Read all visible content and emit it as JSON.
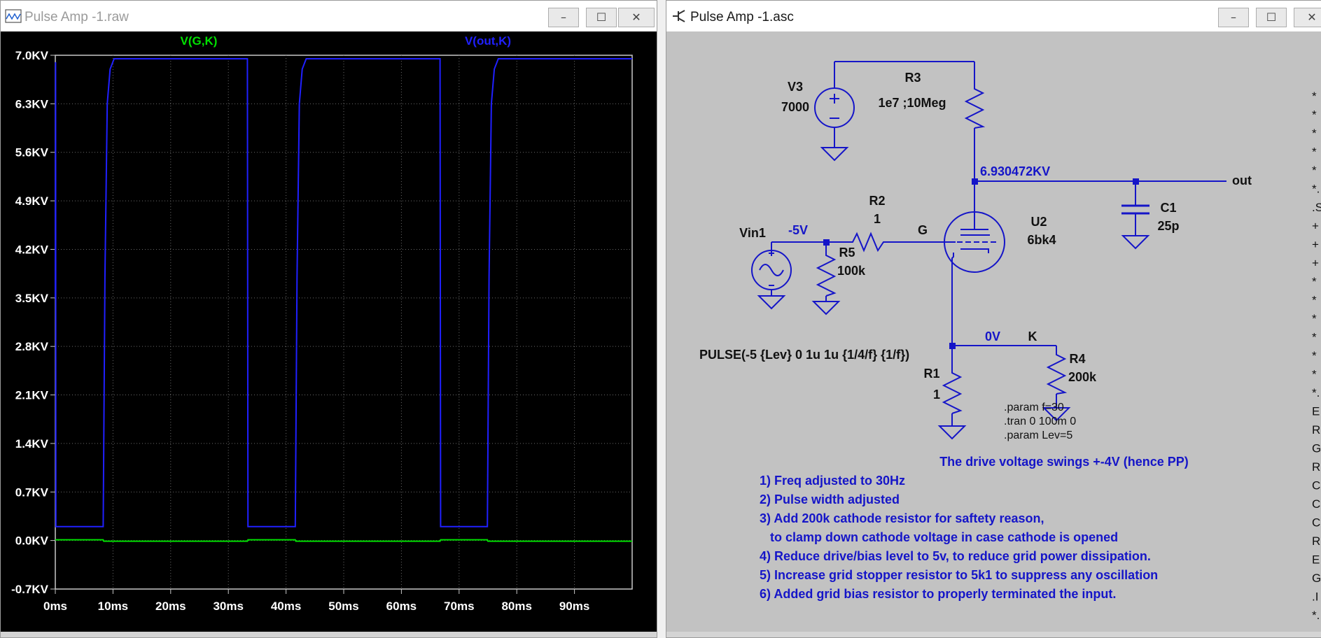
{
  "waveform_window": {
    "title": "Pulse Amp -1.raw",
    "icon": "waveform-icon",
    "controls": {
      "minimize": "–",
      "maximize": "☐",
      "close": "✕"
    },
    "trace_labels": [
      {
        "text": "V(G,K)",
        "color": "#00e000"
      },
      {
        "text": "V(out,K)",
        "color": "#2020ff"
      }
    ]
  },
  "schematic_window": {
    "title": "Pulse Amp -1.asc",
    "icon": "schematic-icon",
    "controls": {
      "minimize": "–",
      "maximize": "☐",
      "close": "✕"
    }
  },
  "chart_data": {
    "type": "line",
    "background": "#000000",
    "xlabel": "",
    "ylabel": "",
    "x_unit": "ms",
    "xlim": [
      0,
      100
    ],
    "ylim": [
      -0.7,
      7.0
    ],
    "grid": true,
    "x_ticks": [
      0,
      10,
      20,
      30,
      40,
      50,
      60,
      70,
      80,
      90
    ],
    "x_tick_labels": [
      "0ms",
      "10ms",
      "20ms",
      "30ms",
      "40ms",
      "50ms",
      "60ms",
      "70ms",
      "80ms",
      "90ms"
    ],
    "y_ticks": [
      7.0,
      6.3,
      5.6,
      4.9,
      4.2,
      3.5,
      2.8,
      2.1,
      1.4,
      0.7,
      0.0,
      -0.7
    ],
    "y_tick_labels": [
      "7.0KV",
      "6.3KV",
      "5.6KV",
      "4.9KV",
      "4.2KV",
      "3.5KV",
      "2.8KV",
      "2.1KV",
      "1.4KV",
      "0.7KV",
      "0.0KV",
      "-0.7KV"
    ],
    "series": [
      {
        "name": "V(out,K)",
        "color": "#2020ff",
        "x": [
          0,
          0.05,
          0.1,
          8.3,
          8.6,
          9.0,
          9.5,
          10.2,
          33.3,
          33.4,
          41.6,
          41.9,
          42.3,
          42.8,
          43.5,
          66.7,
          66.8,
          74.9,
          75.2,
          75.6,
          76.1,
          76.8,
          100
        ],
        "y": [
          3.5,
          6.9,
          0.2,
          0.2,
          3.8,
          6.3,
          6.8,
          6.95,
          6.95,
          0.2,
          0.2,
          3.8,
          6.3,
          6.8,
          6.95,
          6.95,
          0.2,
          0.2,
          3.8,
          6.3,
          6.8,
          6.95,
          6.95
        ]
      },
      {
        "name": "V(G,K)",
        "color": "#00e000",
        "x": [
          0,
          8.3,
          8.4,
          33.3,
          33.4,
          41.6,
          41.7,
          66.7,
          66.8,
          74.9,
          75.0,
          100
        ],
        "y": [
          0.01,
          0.01,
          -0.01,
          -0.01,
          0.01,
          0.01,
          -0.01,
          -0.01,
          0.01,
          0.01,
          -0.01,
          -0.01
        ]
      }
    ]
  },
  "schematic": {
    "V3": {
      "name": "V3",
      "value": "7000"
    },
    "R3": {
      "name": "R3",
      "value": "1e7 ;10Meg"
    },
    "node_out_voltage": "6.930472KV",
    "out_label": "out",
    "C1": {
      "name": "C1",
      "value": "25p"
    },
    "R2": {
      "name": "R2",
      "value": "1"
    },
    "node_G": "G",
    "input_voltage": "-5V",
    "Vin1": {
      "name": "Vin1",
      "spec": "PULSE(-5 {Lev} 0 1u 1u {1/4/f} {1/f})"
    },
    "R5": {
      "name": "R5",
      "value": "100k"
    },
    "U2": {
      "name": "U2",
      "value": "6bk4"
    },
    "cathode_voltage": "0V",
    "node_K": "K",
    "R4": {
      "name": "R4",
      "value": "200k"
    },
    "R1": {
      "name": "R1",
      "value": "1"
    },
    "directives": [
      ".param f=30",
      ".tran 0 100m 0",
      ".param Lev=5"
    ],
    "comment_title": "The drive voltage swings +-4V (hence PP)",
    "comments": [
      "1) Freq adjusted to 30Hz",
      "2) Pulse width adjusted",
      "3) Add 200k cathode resistor for saftety reason,",
      "   to clamp down cathode voltage in case cathode is opened",
      "4) Reduce drive/bias level to 5v, to reduce grid power dissipation.",
      "5) Increase grid stopper resistor to 5k1 to suppress any oscillation",
      "6) Added grid bias resistor to properly terminated the input."
    ],
    "netlist_fragments": [
      "*",
      "*",
      "*",
      "*",
      "*",
      "*.",
      ".S",
      "+",
      "+",
      "+",
      "*",
      "*",
      "*",
      "*",
      "*",
      "*",
      "*.",
      "E",
      "R",
      "G",
      "R",
      "C",
      "C",
      "C",
      "R",
      "E",
      "G",
      ".I",
      "*."
    ]
  }
}
